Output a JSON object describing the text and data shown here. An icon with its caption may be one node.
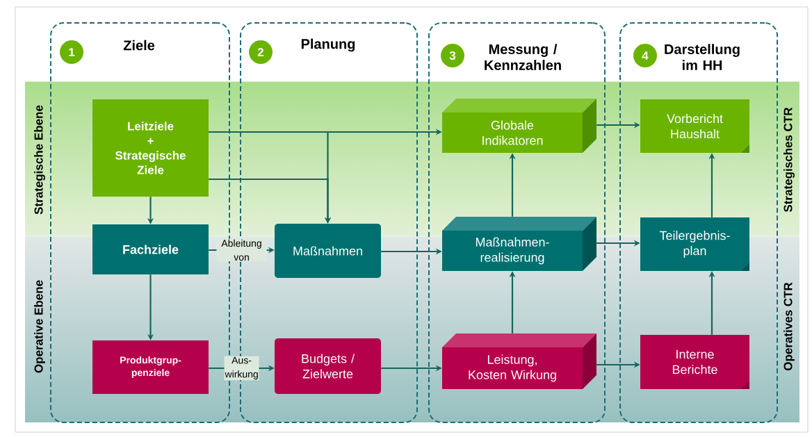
{
  "diagram": {
    "nodes": [
      {
        "text": [
          "Ziele"
        ]
      },
      {
        "text": [
          "1"
        ],
        "in": 0
      },
      {
        "text": [
          "Leitziele + Strategische Ziele"
        ],
        "in": 0
      },
      {
        "text": [
          "Fachziele"
        ],
        "in": 0
      },
      {
        "text": [
          "Produktgrup-penziele"
        ],
        "in": 0
      },
      {
        "text": [
          "Planung"
        ]
      },
      {
        "text": [
          "2"
        ],
        "in": 5
      },
      {
        "text": [
          "Maßnahmen"
        ],
        "in": 5
      },
      {
        "text": [
          "Budgets / Zielwerte"
        ],
        "in": 5
      },
      {
        "text": [
          "Messung / Kennzahlen"
        ]
      },
      {
        "text": [
          "3"
        ],
        "in": 9
      },
      {
        "text": [
          "Globale Indikatoren"
        ],
        "in": 9
      },
      {
        "text": [
          "Maßnahmen-realisierung"
        ],
        "in": 9
      },
      {
        "text": [
          "Leistung, Kosten Wirkung"
        ],
        "in": 9
      },
      {
        "text": [
          "Darstellung im HH"
        ]
      },
      {
        "text": [
          "4"
        ],
        "in": 14
      },
      {
        "text": [
          "Vorbericht Haushalt"
        ],
        "in": 14
      },
      {
        "text": [
          "Teilergebnis-plan"
        ],
        "in": 14
      },
      {
        "text": [
          "Interne Berichte"
        ],
        "in": 14
      }
    ],
    "edges": [
      {
        "from": 2,
        "to": 11,
        "arrow": "to"
      },
      {
        "from": 2,
        "to": 7,
        "arrow": "to"
      },
      {
        "from": 2,
        "to": 7,
        "arrow": "to"
      },
      {
        "from": 2,
        "to": 3,
        "arrow": "to"
      },
      {
        "from": 3,
        "to": 7,
        "arrow": "to",
        "label": "Ableitung von"
      },
      {
        "from": 3,
        "to": 4,
        "arrow": "to"
      },
      {
        "from": 4,
        "to": 8,
        "arrow": "to",
        "label": "Aus-wirkung"
      },
      {
        "from": 7,
        "to": 12,
        "arrow": "to"
      },
      {
        "from": 8,
        "to": 13,
        "arrow": "to"
      },
      {
        "from": 11,
        "to": 16,
        "arrow": "to"
      },
      {
        "from": 12,
        "to": 11,
        "arrow": "to"
      },
      {
        "from": 12,
        "to": 17,
        "arrow": "to"
      },
      {
        "from": 13,
        "to": 12,
        "arrow": "to"
      },
      {
        "from": 13,
        "to": 18,
        "arrow": "to"
      },
      {
        "from": 17,
        "to": 16,
        "arrow": "to"
      },
      {
        "from": 18,
        "to": 17,
        "arrow": "to"
      }
    ],
    "labels": [
      "Strategische Ebene",
      "Operative Ebene",
      "Strategisches CTR",
      "Operatives CTR"
    ]
  }
}
